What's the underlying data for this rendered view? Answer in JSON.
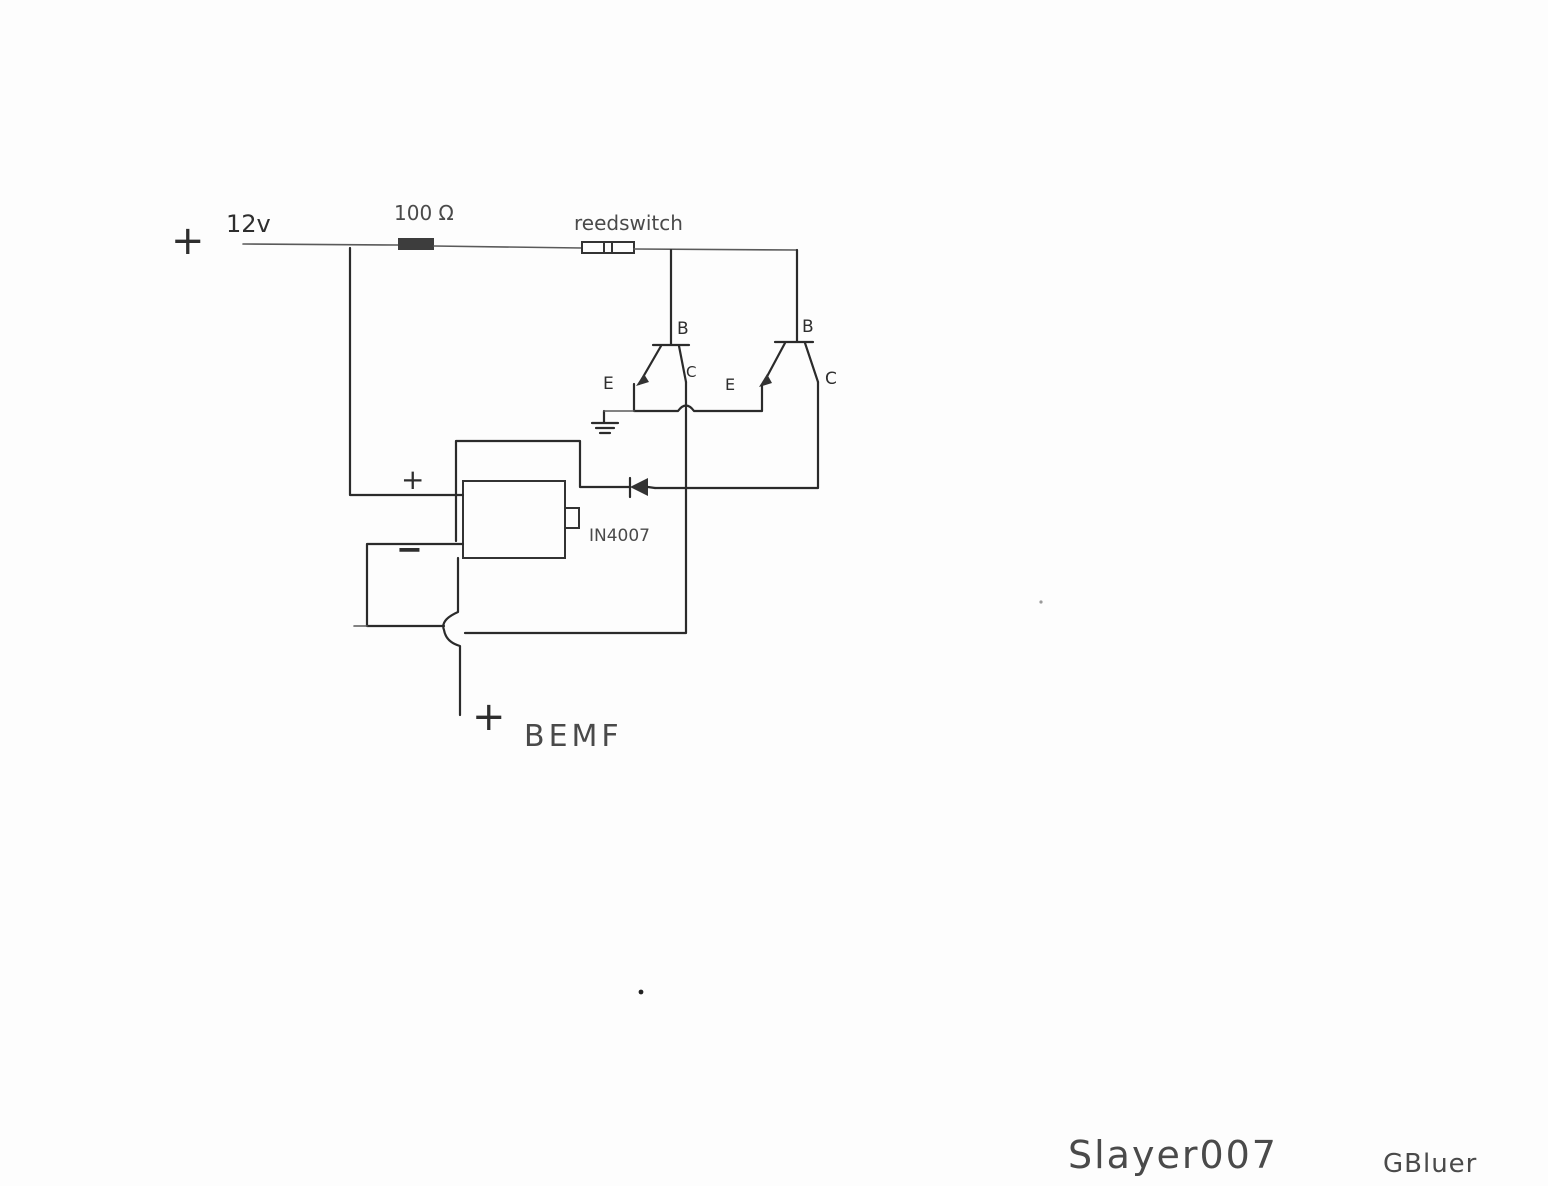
{
  "diagram": {
    "labels": {
      "supply_plus": "+",
      "supply_voltage": "12v",
      "resistor": "100 Ω",
      "reed_switch": "reedswitch",
      "t1_base": "B",
      "t1_emitter": "E",
      "t1_collector": "C",
      "t2_base": "B",
      "t2_emitter": "E",
      "t2_collector": "C",
      "battery_plus": "+",
      "battery_minus": "−",
      "diode": "IN4007",
      "bemf_plus": "+",
      "bemf": "BEMF"
    }
  },
  "credits": {
    "author": "Slayer007",
    "coauthor": "GBluer"
  }
}
